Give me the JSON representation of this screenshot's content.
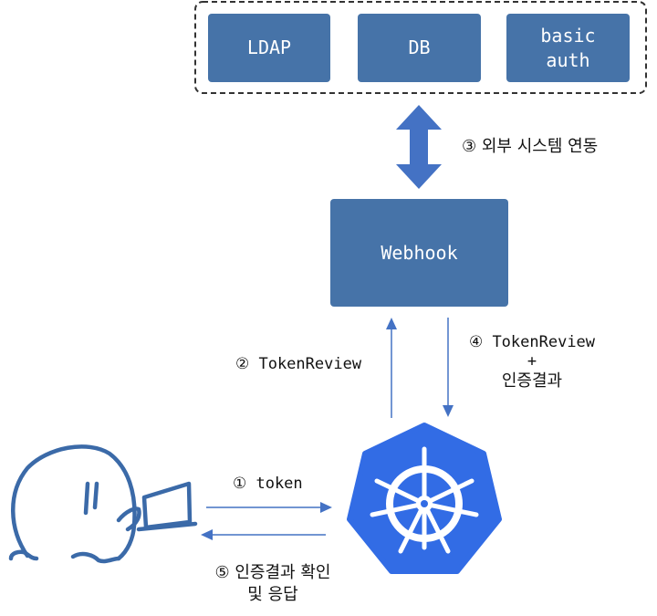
{
  "backends": {
    "ldap": "LDAP",
    "db": "DB",
    "basic_auth_line1": "basic",
    "basic_auth_line2": "auth"
  },
  "webhook": "Webhook",
  "steps": {
    "step1": "① token",
    "step2": "② TokenReview",
    "step3": "③ 외부 시스템 연동",
    "step4_line1": "④ TokenReview",
    "step4_line2": "+",
    "step4_line3": "인증결과",
    "step5_line1": "⑤ 인증결과 확인",
    "step5_line2": "및 응답"
  },
  "icons": {
    "kubernetes": "kubernetes-helm-wheel-icon",
    "user": "user-at-laptop-sketch-icon"
  },
  "colors": {
    "box": "#4673a8",
    "arrow": "#4472c4",
    "kubernetes": "#326ce5",
    "sketch": "#3b6aa8"
  }
}
